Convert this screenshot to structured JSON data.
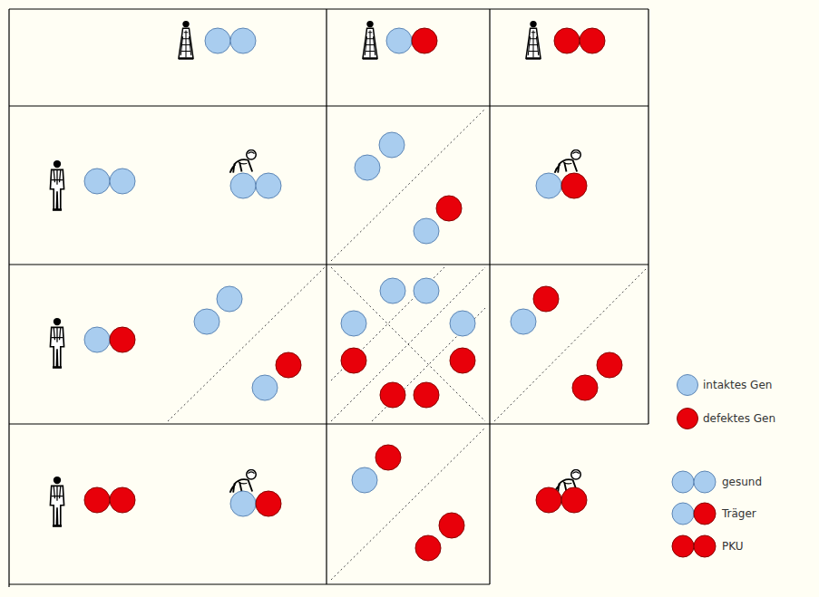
{
  "diagram": {
    "legend": [
      {
        "text": "intaktes Gen",
        "color": "#a9cdef"
      },
      {
        "text": "defektes Gen",
        "color": "#e8000a"
      },
      {
        "text": "gesund"
      },
      {
        "text": "Träger"
      },
      {
        "text": "PKU"
      }
    ]
  }
}
